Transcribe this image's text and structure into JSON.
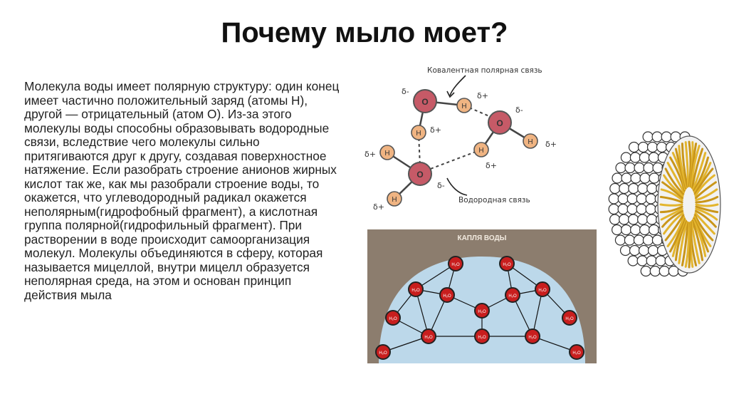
{
  "slide": {
    "title": "Почему мыло моет?",
    "body": "Молекула воды имеет полярную структуру: один конец имеет частично положительный заряд (атомы Н), другой — отрицательный (атом О). Из-за этого молекулы воды способны образовывать водородные связи, вследствие чего молекулы сильно притягиваются друг к другу, создавая поверхностное натяжение. Если разобрать строение анионов жирных кислот так же, как мы разобрали строение воды, то окажется, что углеводородный радикал окажется неполярным(гидрофобный фрагмент), а кислотная группа полярной(гидрофильный фрагмент). При растворении в воде происходит самоорганизация молекул. Молекулы объединяются в сферу, которая называется мицеллой, внутри мицелл образуется неполярная среда, на этом и основан принцип действия мыла"
  },
  "water_figure": {
    "covalent_label": "Ковалентная полярная связь",
    "hydrogen_label": "Водородная связь",
    "atom_o": "O",
    "atom_h": "H",
    "delta_minus": "δ-",
    "delta_plus": "δ+"
  },
  "drop_figure": {
    "label": "КАПЛЯ ВОДЫ",
    "node_label": "H₂O"
  },
  "colors": {
    "oxygen": "#c65a67",
    "hydrogen": "#f0b482",
    "drop_bg": "#8c7d6e",
    "drop_water": "#bcd8ea",
    "node": "#c81e1e"
  }
}
